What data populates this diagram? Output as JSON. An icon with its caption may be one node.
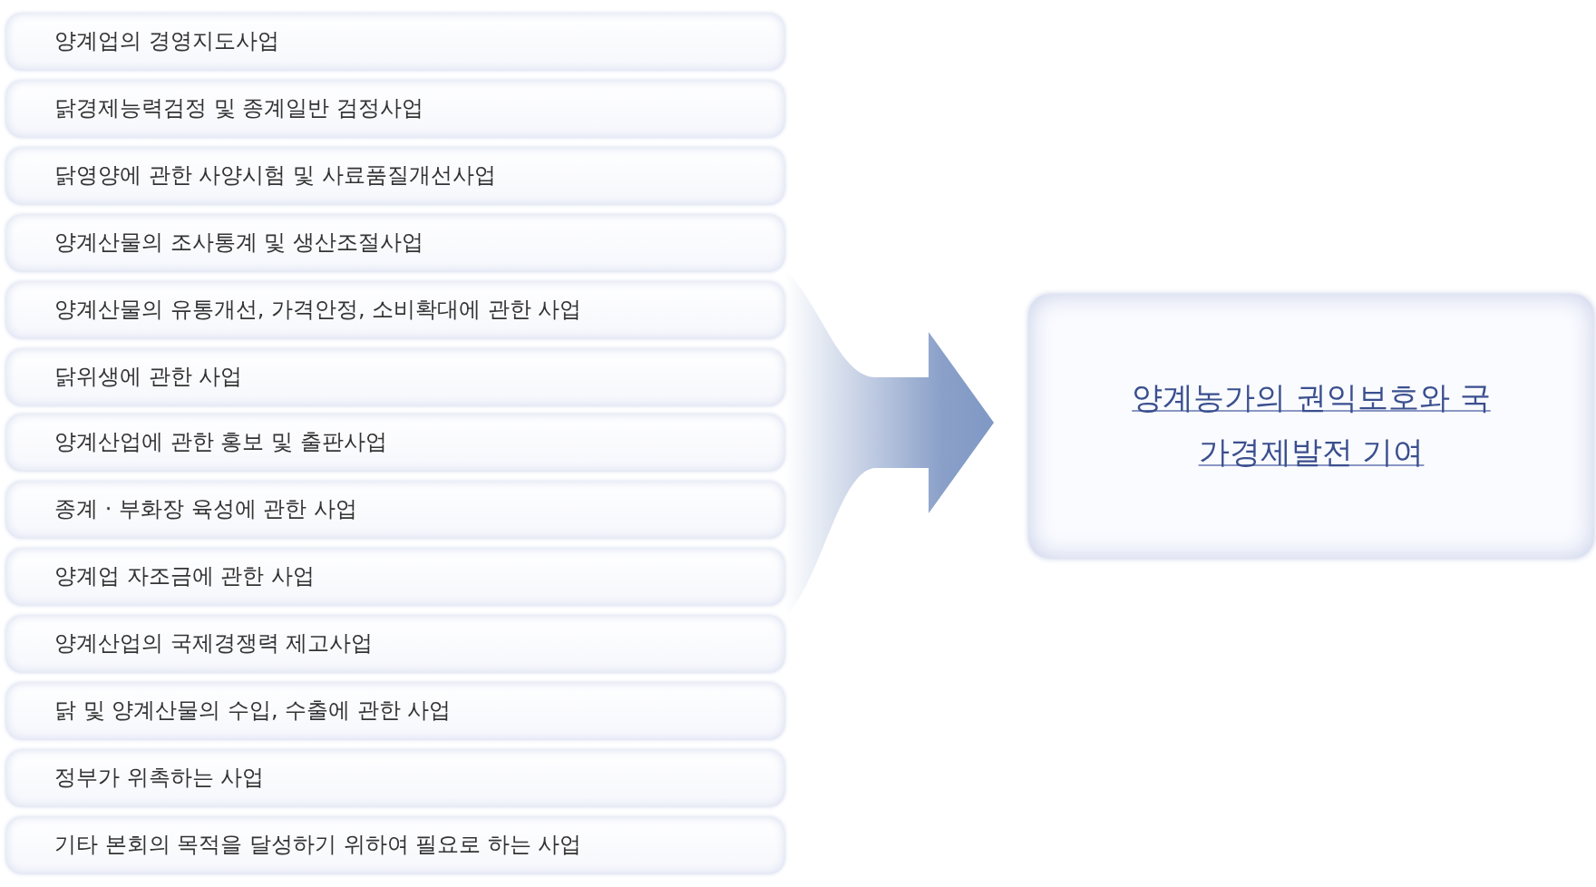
{
  "diagram": {
    "nodes": [
      {
        "text": [
          "양계업의 경영지도사업"
        ]
      },
      {
        "text": [
          "닭경제능력검정 및 종계일반 검정사업"
        ]
      },
      {
        "text": [
          "닭영양에 관한 사양시험 및 사료품질개선사업"
        ]
      },
      {
        "text": [
          "양계산물의 조사통계 및 생산조절사업"
        ]
      },
      {
        "text": [
          "양계산물의 유통개선, 가격안정, 소비확대에 관한 사업"
        ]
      },
      {
        "text": [
          "닭위생에 관한 사업"
        ]
      },
      {
        "text": [
          "양계산업에 관한 홍보 및 출판사업"
        ]
      },
      {
        "text": [
          "종계 · 부화장 육성에 관한 사업"
        ]
      },
      {
        "text": [
          "양계업 자조금에 관한 사업"
        ]
      },
      {
        "text": [
          "양계산업의 국제경쟁력 제고사업"
        ]
      },
      {
        "text": [
          "닭 및 양계산물의 수입, 수출에 관한 사업"
        ]
      },
      {
        "text": [
          "정부가 위촉하는 사업"
        ]
      },
      {
        "text": [
          "기타 본회의 목적을 달성하기 위하여 필요로 하는 사업"
        ]
      },
      {
        "text": [
          "양계농가의 권익보호와 국가경제발전 기여"
        ]
      }
    ],
    "edges": [
      {
        "from": 4,
        "to": 13,
        "arrow": "to",
        "style": "thick"
      },
      {
        "from": 5,
        "to": 13,
        "arrow": "to",
        "style": "thick"
      },
      {
        "from": 6,
        "to": 13,
        "arrow": "to",
        "style": "thick"
      },
      {
        "from": 7,
        "to": 13,
        "arrow": "to",
        "style": "thick"
      },
      {
        "from": 8,
        "to": 13,
        "arrow": "to",
        "style": "thick"
      }
    ]
  }
}
